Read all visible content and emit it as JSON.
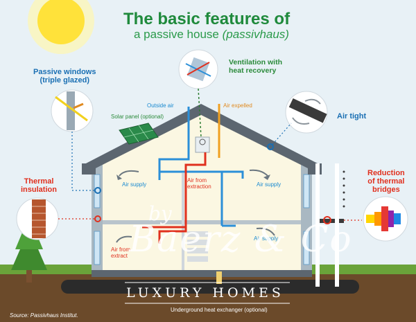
{
  "title": "The basic features of",
  "subtitle_main": "a passive house ",
  "subtitle_italic": "(passivhaus)",
  "labels": {
    "passive_windows_1": "Passive windows",
    "passive_windows_2": "(triple glazed)",
    "ventilation_1": "Ventilation with",
    "ventilation_2": "heat recovery",
    "outside_air": "Outside air",
    "air_expelled": "Air expelled",
    "air_tight": "Air tight",
    "solar_panel": "Solar panel (optional)",
    "thermal_1": "Thermal",
    "thermal_2": "insulation",
    "reduction_1": "Reduction",
    "reduction_2": "of thermal",
    "reduction_3": "bridges",
    "air_supply_left": "Air supply",
    "air_from_extraction_1": "Air from",
    "air_from_extraction_2": "extraction",
    "air_supply_right": "Air supply",
    "air_supply_lower": "Air supply",
    "air_from_extract_1": "Air from",
    "air_from_extract_2": "extract",
    "underground": "Underground heat exchanger (optional)",
    "source": "Source: Passivhaus Institut."
  },
  "branding": {
    "by": "by",
    "name": "Baerz & Co",
    "tagline": "LUXURY HOMES"
  },
  "colors": {
    "background": "#e8f1f6",
    "title_green": "#1f8a3c",
    "label_blue": "#1a6fb3",
    "label_red": "#e0301e",
    "supply_blue": "#2b8fd8",
    "extract_red": "#e0301e",
    "expelled_orange": "#f0a020",
    "roof": "#5c6670",
    "ground": "#6b4a2a",
    "grass": "#6aa33a"
  }
}
